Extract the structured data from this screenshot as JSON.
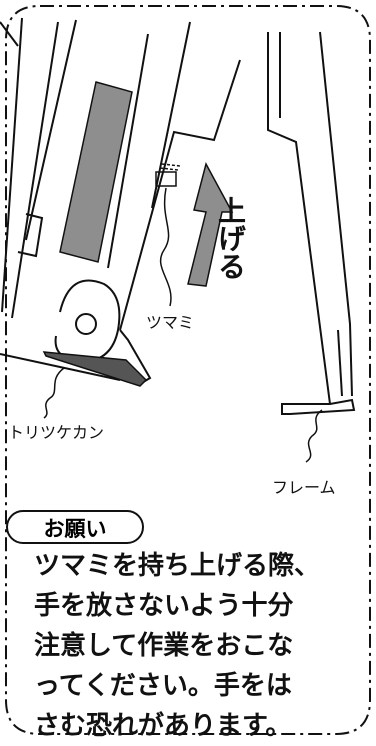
{
  "labels": {
    "tsumami": "ツマミ",
    "torituke": "トリツケカン",
    "frame": "フレーム",
    "up": "上げる"
  },
  "notice": {
    "tag": "お願い",
    "lines": [
      "ツマミを持ち上げる際、",
      "手を放さないよう十分",
      "注意して作業をおこな",
      "ってください。手をは",
      "さむ恐れがあります。"
    ]
  },
  "colors": {
    "line": "#111111",
    "fill_gray": "#8e8e8e",
    "background": "#ffffff"
  }
}
